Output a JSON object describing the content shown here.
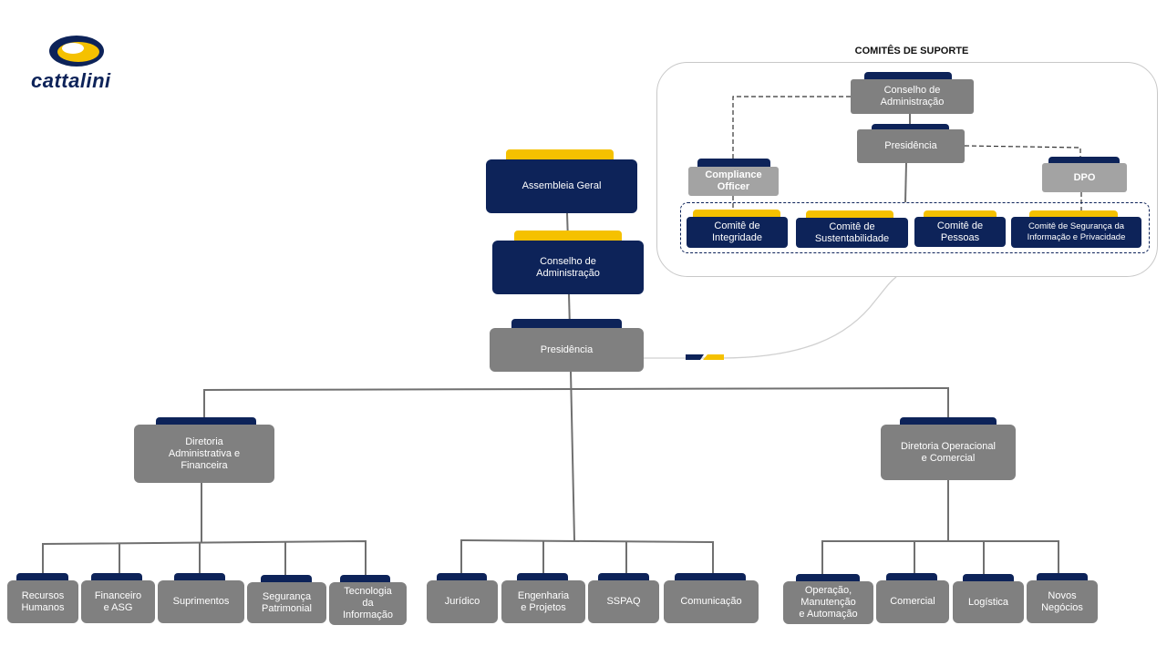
{
  "logo": {
    "text": "cattalini",
    "colors": {
      "navy": "#0d2359",
      "gold": "#f5c100"
    }
  },
  "colors": {
    "navy": "#0d2359",
    "gold": "#f5c100",
    "gray": "#808080",
    "light_gray": "#a3a3a3",
    "line": "#707070"
  },
  "main": {
    "assembleia": "Assembleia Geral",
    "conselho": "Conselho de\nAdministração",
    "presidencia": "Presidência"
  },
  "directorates": {
    "adm_fin": "Diretoria\nAdministrativa e\nFinanceira",
    "oper_com": "Diretoria Operacional\ne Comercial"
  },
  "departments": {
    "adm_fin": [
      "Recursos\nHumanos",
      "Financeiro\ne ASG",
      "Suprimentos",
      "Segurança\nPatrimonial",
      "Tecnologia\nda\nInformação"
    ],
    "presidencia": [
      "Jurídico",
      "Engenharia\ne  Projetos",
      "SSPAQ",
      "Comunicação"
    ],
    "oper_com": [
      "Operação,\nManutenção\ne Automação",
      "Comercial",
      "Logística",
      "Novos\nNegócios"
    ]
  },
  "support": {
    "title": "COMITÊS DE SUPORTE",
    "conselho": "Conselho de\nAdministração",
    "presidencia": "Presidência",
    "compliance": "Compliance\nOfficer",
    "dpo": "DPO",
    "committees": [
      "Comitê de\nIntegridade",
      "Comitê de\nSustentabilidade",
      "Comitê de\nPessoas",
      "Comitê de Segurança da\nInformação e Privacidade"
    ]
  }
}
